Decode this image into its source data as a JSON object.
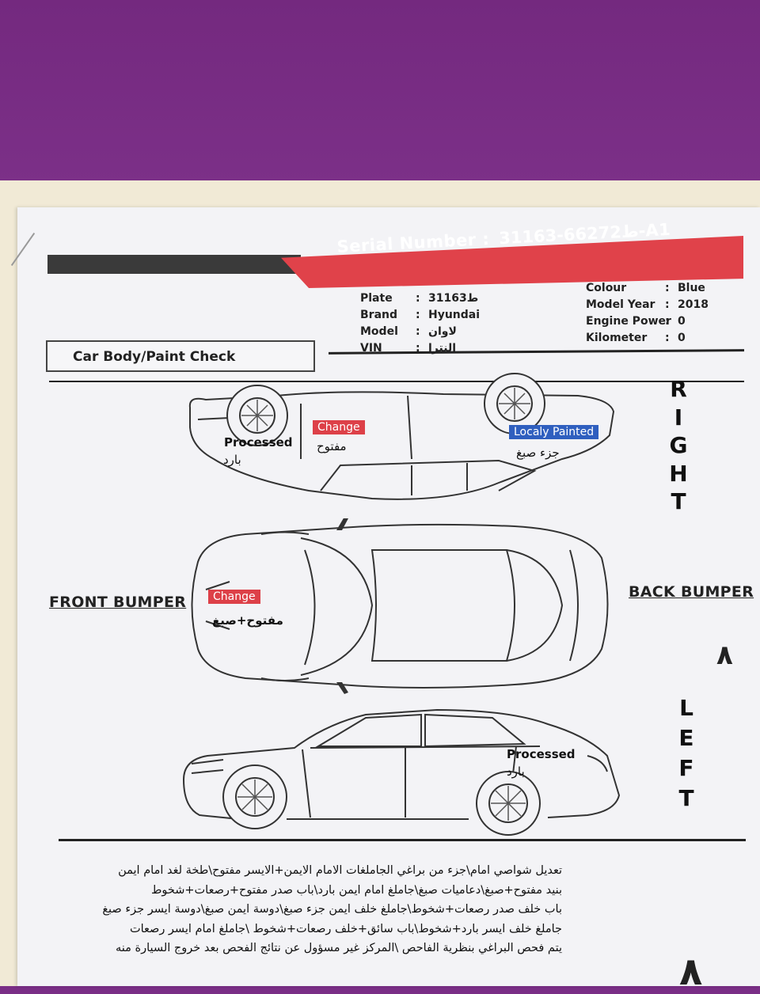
{
  "header": {
    "serial_label": "Serial Number :",
    "serial_value": "ط66272-31163-A1"
  },
  "vehicle": {
    "left_rows": [
      {
        "key": "Plate",
        "value": "ط31163"
      },
      {
        "key": "Brand",
        "value": "Hyundai"
      },
      {
        "key": "Model",
        "value": "لاوان"
      },
      {
        "key": "VIN",
        "value": "النترا"
      }
    ],
    "right_rows": [
      {
        "key": "Colour",
        "value": "Blue"
      },
      {
        "key": "Model Year",
        "value": "2018"
      },
      {
        "key": "Engine Power",
        "value": "0"
      },
      {
        "key": "Kilometer",
        "value": "0"
      }
    ]
  },
  "section_title": "Car Body/Paint Check",
  "sides": {
    "right": [
      "R",
      "I",
      "G",
      "H",
      "T"
    ],
    "left": [
      "L",
      "E",
      "F",
      "T"
    ],
    "front": "FRONT BUMPER",
    "back": "BACK BUMPER"
  },
  "right_view": {
    "processed_label": "Processed",
    "processed_ar": "بارد",
    "change_label": "Change",
    "change_ar": "مفتوح",
    "painted_label": "Localy Painted",
    "painted_ar": "جزء صبغ"
  },
  "top_view": {
    "change_label": "Change",
    "change_ar": "مفتوح+صبغ"
  },
  "left_view": {
    "processed_label": "Processed",
    "processed_ar": "بارد"
  },
  "notes": [
    "تعديل شواصي امام\\جزء من براغي الجاملغات الامام الايمن+الايسر مفتوح\\طخة لغد امام ايمن",
    "بنيد مفتوح+صبغ\\دعاميات صبغ\\جاملغ امام ايمن بارد\\باب صدر مفتوح+رصعات+شخوط",
    "باب خلف صدر رصعات+شخوط\\جاملغ خلف ايمن جزء صبغ\\دوسة ايمن صبغ\\دوسة ايسر جزء صبغ",
    "جاملغ خلف ايسر بارد+شخوط\\باب سائق+خلف رصعات+شخوط \\جاملغ امام ايسر رصعات",
    "يتم فحص البراغي بنظرية الفاحص \\المركز غير مسؤول عن نتائج الفحص بعد خروج السيارة منه"
  ],
  "page_marks": [
    "٨",
    "٨"
  ]
}
